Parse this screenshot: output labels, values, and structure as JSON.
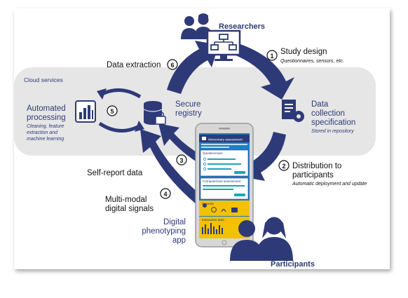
{
  "colors": {
    "navy": "#2e3a78",
    "blue": "#1d7fc4",
    "cloud_bg": "#e6e6e6",
    "yellow": "#f2c100",
    "teal": "#19a6b8",
    "black": "#111111"
  },
  "researchers": {
    "label": "Researchers",
    "icon": "researchers-icon",
    "screen_icon": "network-screen-icon"
  },
  "participants": {
    "label": "Participants",
    "icon": "participants-icon"
  },
  "cloud": {
    "label": "Cloud services",
    "automated_processing": {
      "title_line1": "Automated",
      "title_line2": "processing",
      "sub_line1": "Cleaning, feature",
      "sub_line2": "extraction and",
      "sub_line3": "machine learning",
      "icon": "bar-chart-icon"
    },
    "secure_registry": {
      "line1": "Secure",
      "line2": "registry",
      "icon": "database-lock-icon"
    }
  },
  "steps": [
    {
      "number": "1",
      "label": "Study design",
      "sub": "Questionnaires, sensors, etc."
    },
    {
      "number": "2",
      "label_line1": "Distribution to",
      "label_line2": "participants",
      "sub": "Automatic deployment and update"
    },
    {
      "number": "3",
      "label": "Self-report data"
    },
    {
      "number": "4",
      "label_line1": "Multi-modal",
      "label_line2": "digital signals"
    },
    {
      "number": "5"
    },
    {
      "number": "6",
      "label": "Data extraction"
    }
  ],
  "data_collection": {
    "line1": "Data",
    "line2": "collection",
    "line3": "specification",
    "sub": "Stored in repository",
    "icon": "document-gear-icon"
  },
  "app": {
    "label_line1": "Digital",
    "label_line2": "phenotyping",
    "label_line3": "app",
    "momentary": "Momentary assessment",
    "questionnaire": "Questionnaire",
    "computerized": "Computerized assessment",
    "sensors": "Sensors",
    "interaction": "Interaction data"
  }
}
